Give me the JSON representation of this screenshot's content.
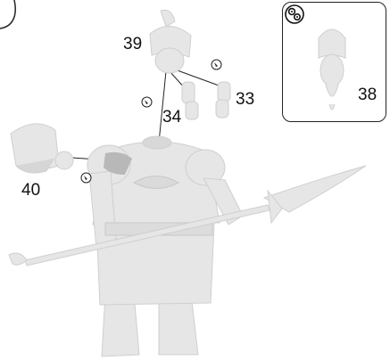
{
  "instruction_step": {
    "parts": [
      {
        "number": "39",
        "name": "helmeted-head"
      },
      {
        "number": "33",
        "name": "left-hand"
      },
      {
        "number": "34",
        "name": "right-hand"
      },
      {
        "number": "40",
        "name": "bearded-head"
      },
      {
        "number": "38",
        "name": "alternate-helmet-head"
      }
    ],
    "inset": {
      "icon": "gears-icon",
      "part_number": "38"
    },
    "icons": {
      "glue": "glue-drop-icon"
    },
    "colors": {
      "model": "#e6e6e6",
      "model_shade": "#c8c8c8",
      "glue_point": "#b8b8b8",
      "leader_line": "#222222"
    }
  }
}
